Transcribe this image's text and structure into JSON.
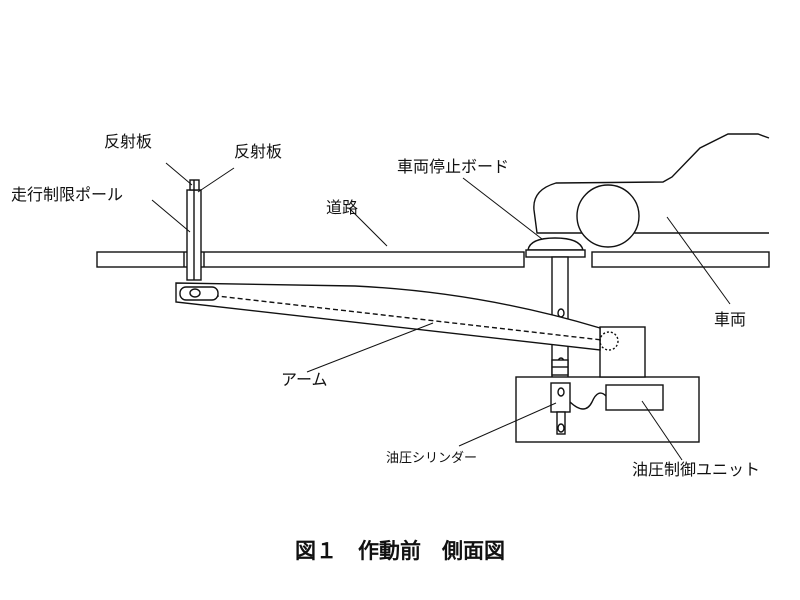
{
  "labels": {
    "reflector_1": "反射板",
    "reflector_2": "反射板",
    "travel_limit_pole": "走行制限ポール",
    "road": "道路",
    "vehicle_stop_board": "車両停止ボード",
    "vehicle": "車両",
    "arm": "アーム",
    "hydraulic_cylinder": "油圧シリンダー",
    "hydraulic_control_unit": "油圧制御ユニット"
  },
  "caption": "図１　作動前　側面図"
}
